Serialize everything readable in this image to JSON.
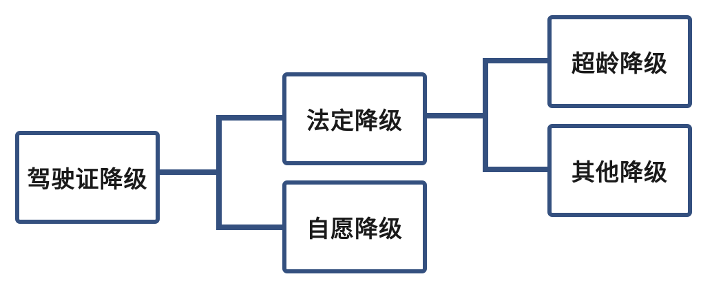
{
  "diagram": {
    "type": "tree",
    "colors": {
      "border": "#34507f",
      "connector": "#34507f",
      "text": "#1a1a1a",
      "background": "#ffffff"
    },
    "root": {
      "label": "驾驶证降级",
      "children": [
        {
          "label": "法定降级",
          "children": [
            {
              "label": "超龄降级"
            },
            {
              "label": "其他降级"
            }
          ]
        },
        {
          "label": "自愿降级"
        }
      ]
    }
  }
}
